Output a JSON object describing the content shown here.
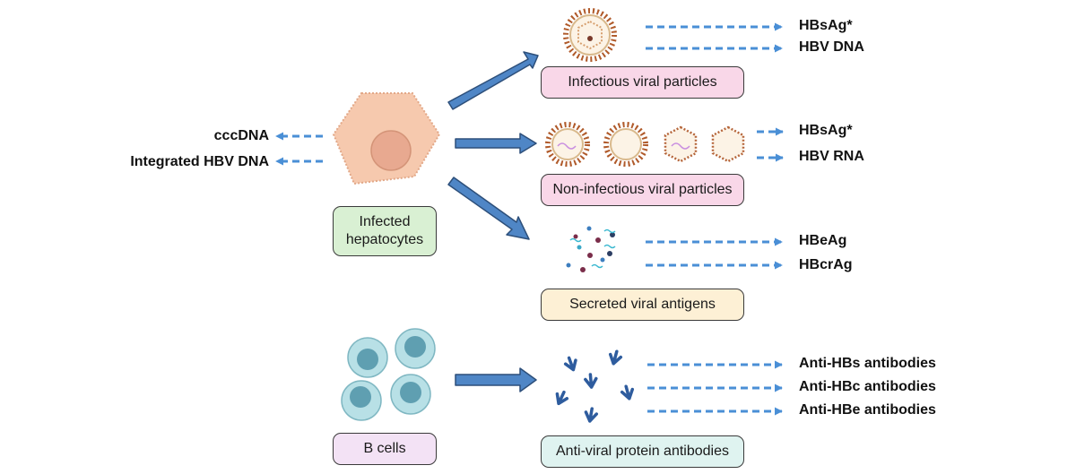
{
  "hepatocyte": {
    "label": "Infected hepatocytes",
    "outputs": [
      "cccDNA",
      "Integrated HBV DNA"
    ]
  },
  "infectious": {
    "label": "Infectious viral particles",
    "markers": [
      "HBsAg*",
      "HBV DNA"
    ]
  },
  "noninfectious": {
    "label": "Non-infectious viral particles",
    "markers": [
      "HBsAg*",
      "HBV RNA"
    ]
  },
  "secreted": {
    "label": "Secreted viral antigens",
    "markers": [
      "HBeAg",
      "HBcrAg"
    ]
  },
  "bcells": {
    "label": "B cells"
  },
  "antibodies": {
    "label": "Anti-viral protein antibodies",
    "markers": [
      "Anti-HBs antibodies",
      "Anti-HBc antibodies",
      "Anti-HBe antibodies"
    ]
  },
  "colors": {
    "flow_arrow": "#4f86c6",
    "dashed_arrow": "#4a8fd6",
    "pink_box": "#f9d7e8",
    "green_box": "#d9f0d3",
    "yellow_box": "#fdf0d5",
    "lavender_box": "#f3e2f5",
    "teal_box": "#dff3f0",
    "cell_fill": "#f6c9ae",
    "bcell_fill": "#8fc9d1",
    "antibody": "#2e5c9e"
  }
}
